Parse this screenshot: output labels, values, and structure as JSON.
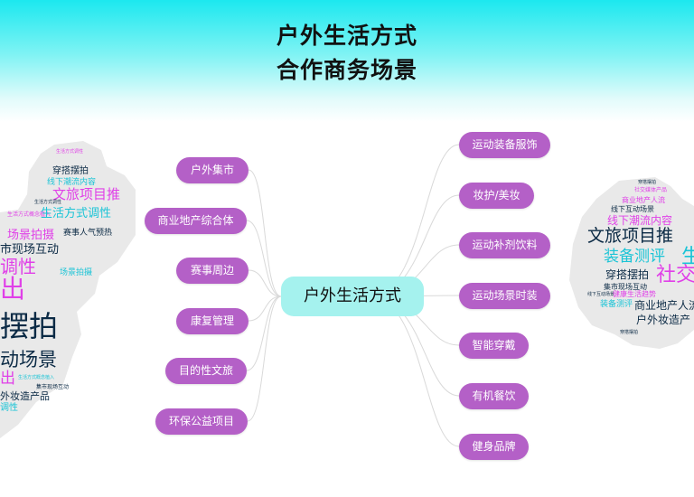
{
  "title_line1": "户外生活方式",
  "title_line2": "合作商务场景",
  "center": "户外生活方式",
  "left_nodes": [
    "户外集市",
    "商业地产综合体",
    "赛事周边",
    "康复管理",
    "目的性文旅",
    "环保公益项目"
  ],
  "right_nodes": [
    "运动装备服饰",
    "妆护/美妆",
    "运动补剂饮料",
    "运动场景时装",
    "智能穿戴",
    "有机餐饮",
    "健身品牌"
  ],
  "colors": {
    "node": "#b460c7",
    "center": "#a5f2ee",
    "cloud_magenta": "#e040e8",
    "cloud_cyan": "#1bc4d6",
    "cloud_dark": "#0b2a45"
  },
  "cloud_left_words": [
    "生活方式调性",
    "穿搭摆拍",
    "线下潮流内容",
    "文旅项目推",
    "生活方式调性",
    "生活方式概念植入",
    "赛事人气预热",
    "场景拍摄",
    "市现场互动",
    "场景拍摄",
    "调性",
    "出",
    "摆拍",
    "动场景",
    "生活方式概念植入",
    "集市现场互动",
    "出",
    "外妆造产品",
    "调性"
  ],
  "cloud_right_words": [
    "穿搭摆拍",
    "社交媒体产品",
    "商业地产人流",
    "线下互动场景",
    "线下潮流内容",
    "文旅项目推",
    "装备测评",
    "生",
    "穿搭摆拍",
    "社交",
    "集市现场互动",
    "线下互动场景",
    "健康生活趋势",
    "装备测评",
    "商业地产人流",
    "户外妆造产",
    "穿搭摆拍"
  ]
}
